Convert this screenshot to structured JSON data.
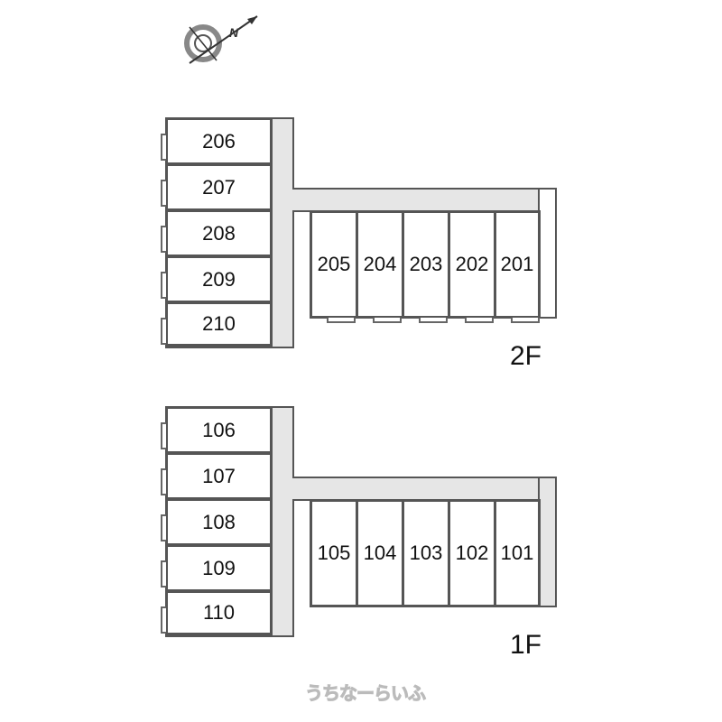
{
  "compass": {
    "label": "N"
  },
  "floors": [
    {
      "label": "2F",
      "left_rooms": [
        "206",
        "207",
        "208",
        "209",
        "210"
      ],
      "right_rooms": [
        "205",
        "204",
        "203",
        "202",
        "201"
      ]
    },
    {
      "label": "1F",
      "left_rooms": [
        "106",
        "107",
        "108",
        "109",
        "110"
      ],
      "right_rooms": [
        "105",
        "104",
        "103",
        "102",
        "101"
      ]
    }
  ],
  "watermark": "うちなーらいふ"
}
